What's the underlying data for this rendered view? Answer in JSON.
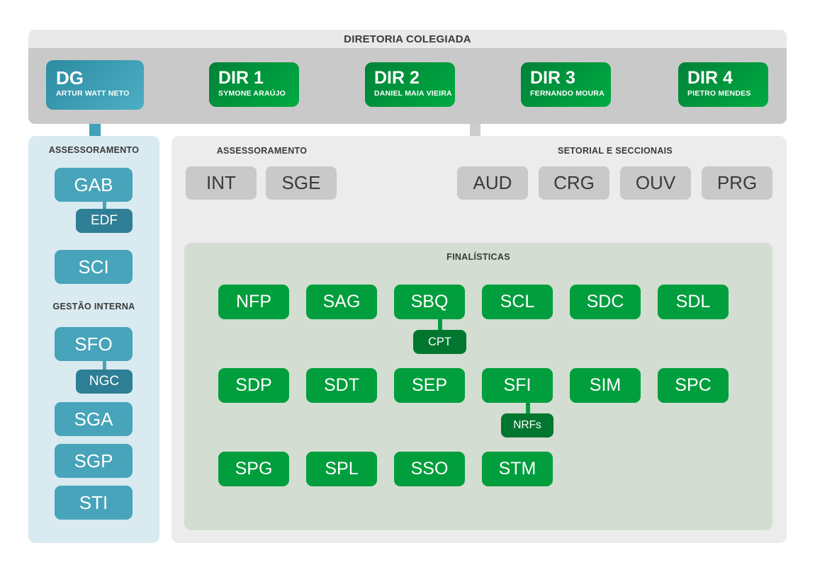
{
  "title": "DIRETORIA COLEGIADA",
  "colors": {
    "teal_box": "#47a4ba",
    "teal_dark_box": "#2e7e95",
    "green_box": "#009e3d",
    "green_dark_box": "#00762f",
    "left_panel_bg": "#d9eaf1",
    "right_panel_bg": "#ececec",
    "green_panel_bg": "#d3ddd1",
    "band_bg": "#c9c9c9",
    "header_bg": "#e9e9e9"
  },
  "board": {
    "dg": {
      "code": "DG",
      "name": "ARTUR WATT NETO"
    },
    "directors": [
      {
        "code": "DIR 1",
        "name": "SYMONE ARAÚJO"
      },
      {
        "code": "DIR 2",
        "name": "DANIEL MAIA VIEIRA"
      },
      {
        "code": "DIR 3",
        "name": "FERNANDO MOURA"
      },
      {
        "code": "DIR 4",
        "name": "PIETRO MENDES"
      }
    ]
  },
  "left_panel": {
    "assessoramento_heading": "ASSESSORAMENTO",
    "gestao_heading": "GESTÃO INTERNA",
    "gab": "GAB",
    "edf": "EDF",
    "sci": "SCI",
    "sfo": "SFO",
    "ngc": "NGC",
    "sga": "SGA",
    "sgp": "SGP",
    "sti": "STI"
  },
  "right_panel": {
    "assessoramento_heading": "ASSESSORAMENTO",
    "assessoramento_units": [
      "INT",
      "SGE"
    ],
    "setorial_heading": "SETORIAL E SECCIONAIS",
    "setorial_units": [
      "AUD",
      "CRG",
      "OUV",
      "PRG"
    ],
    "finalisticas": {
      "heading": "FINALÍSTICAS",
      "row1": [
        "NFP",
        "SAG",
        "SBQ",
        "SCL",
        "SDC",
        "SDL"
      ],
      "row1_sub": "CPT",
      "row2": [
        "SDP",
        "SDT",
        "SEP",
        "SFI",
        "SIM",
        "SPC"
      ],
      "row2_sub": "NRFs",
      "row3": [
        "SPG",
        "SPL",
        "SSO",
        "STM"
      ]
    }
  }
}
